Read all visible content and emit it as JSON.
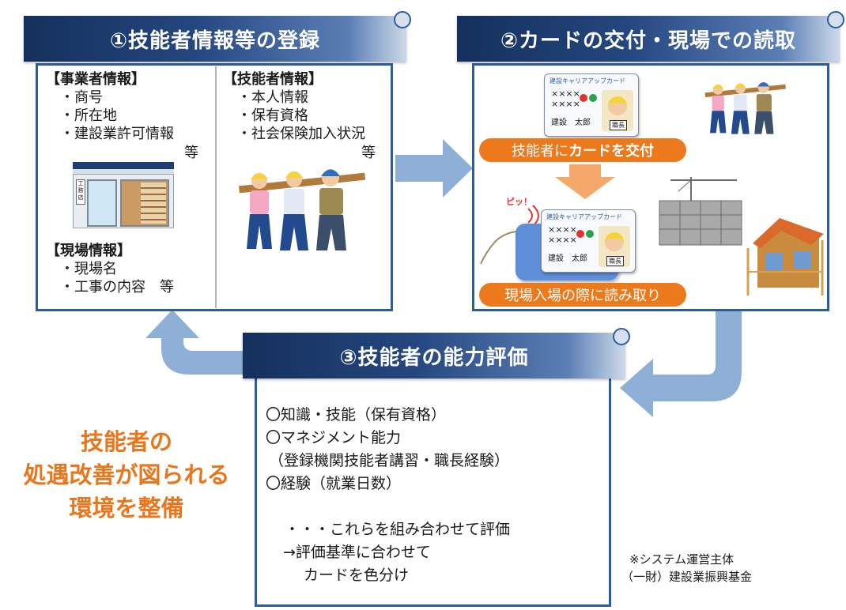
{
  "step1": {
    "title": "①技能者情報等の登録",
    "business_head": "【事業者情報】",
    "business_items": [
      "・商号",
      "・所在地",
      "・建設業許可情報"
    ],
    "business_etc": "等",
    "worker_head": "【技能者情報】",
    "worker_items": [
      "・本人情報",
      "・保有資格",
      "・社会保険加入状況"
    ],
    "worker_etc": "等",
    "site_head": "【現場情報】",
    "site_items": [
      "・現場名",
      "・工事の内容　等"
    ],
    "shop_sign": "工務店"
  },
  "step2": {
    "title": "②カードの交付・現場での読取",
    "card_title": "建設キャリアアップカード",
    "card_name": "建設　太郎",
    "card_stars": [
      "××××",
      "××××"
    ],
    "card_badge": "職長",
    "issue_label_prefix": "技能者に",
    "issue_label_bold": "カードを交付",
    "beep": "ピッ！",
    "read_label": "現場入場の際に読み取り"
  },
  "step3": {
    "title": "③技能者の能力評価",
    "items": [
      "〇知識・技能（保有資格）",
      "〇マネジメント能力",
      "（登録機関技能者講習・職長経験）",
      "〇経験（就業日数）"
    ],
    "summary1": "・・・これらを組み合わせて評価",
    "summary2": "→評価基準に合わせて",
    "summary3": "カードを色分け"
  },
  "slogan": [
    "技能者の",
    "処遇改善が図られる",
    "環境を整備"
  ],
  "note": [
    "※システム運営主体",
    "（一財）建設業振興基金"
  ],
  "colors": {
    "navy": "#1f3f73",
    "border": "#2e5d9b",
    "arrow": "#8fb0d6",
    "orange": "#ec7a1c",
    "slogan": "#e8761d"
  }
}
